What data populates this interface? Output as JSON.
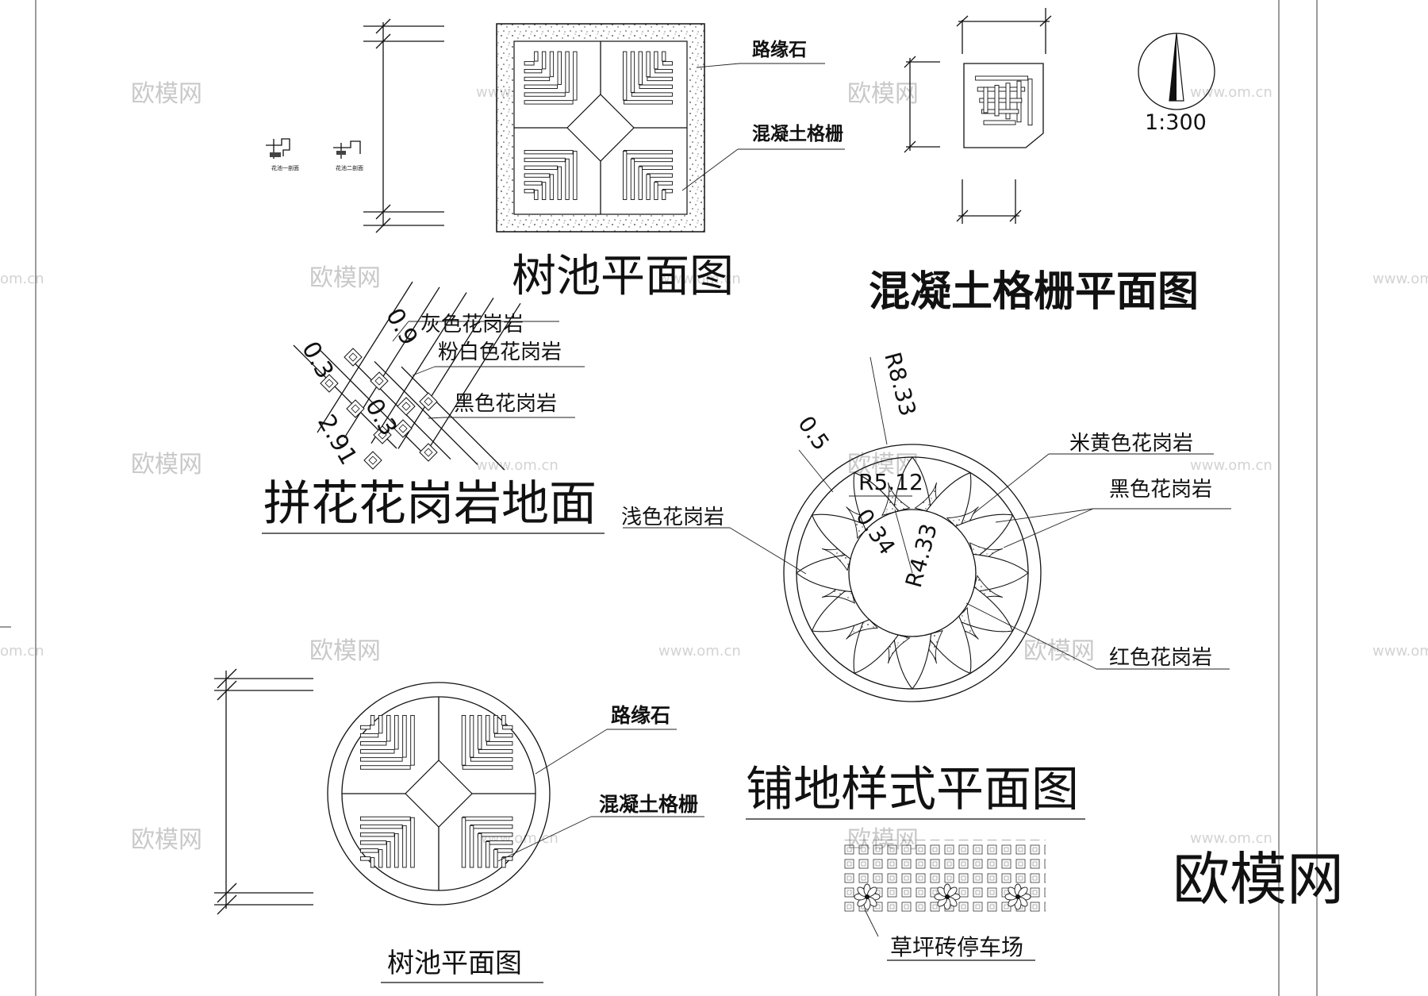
{
  "drawings": {
    "tree_pit_square": {
      "title": "树池平面图",
      "label_curb": "路缘石",
      "label_grate": "混凝土格栅"
    },
    "grate_plan": {
      "title": "混凝土格栅平面图"
    },
    "north_arrow": {
      "scale": "1:300"
    },
    "granite_pattern": {
      "title": "拼花花岗岩地面",
      "label_grey": "灰色花岗岩",
      "label_pinkwhite": "粉白色花岗岩",
      "label_black": "黑色花岗岩",
      "dims": [
        "0.9",
        "0.3",
        "0.3",
        "2.91"
      ]
    },
    "paving_plan": {
      "title": "铺地样式平面图",
      "label_beige": "米黄色花岗岩",
      "label_black": "黑色花岗岩",
      "label_light": "浅色花岗岩",
      "label_red": "红色花岗岩",
      "dims": [
        "R8.33",
        "0.5",
        "R5.12",
        "0.34",
        "R4.33"
      ]
    },
    "tree_pit_round": {
      "title": "树池平面图",
      "label_curb": "路缘石",
      "label_grate": "混凝土格栅"
    },
    "grass_parking": {
      "title": "草坪砖停车场"
    },
    "small_details": {
      "label_1": "花池一剖面",
      "label_2": "花池二剖面"
    }
  },
  "watermark": {
    "brand": "欧模网",
    "url": "www.om.cn",
    "url_fragment": "om.cn"
  }
}
